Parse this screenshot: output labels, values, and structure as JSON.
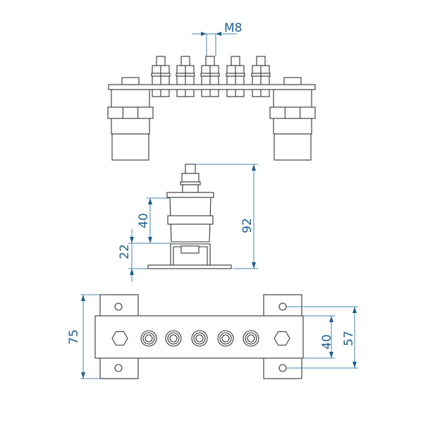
{
  "dimensions": {
    "thread": "M8",
    "side_insulator_height": "40",
    "side_total_height": "92",
    "side_bracket_height": "22",
    "plan_width": "75",
    "plan_bar_width": "40",
    "plan_hole_spacing": "57"
  },
  "colors": {
    "outline": "#333333",
    "dimension": "#1f5f8f"
  }
}
